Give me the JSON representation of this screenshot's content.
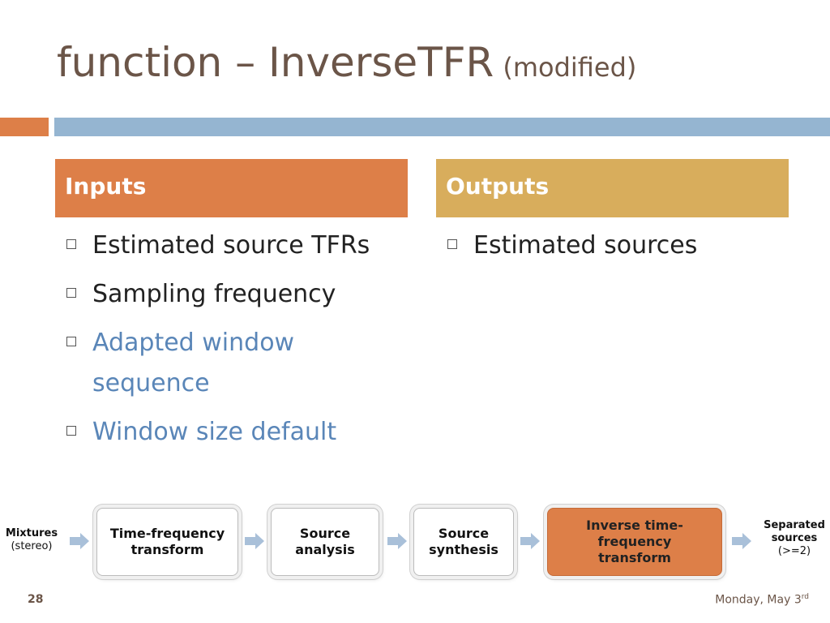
{
  "title": {
    "main": "function – InverseTFR",
    "sub": "(modified)"
  },
  "inputs": {
    "header": "Inputs",
    "items": [
      "Estimated source TFRs",
      "Sampling frequency",
      "Adapted window sequence",
      "Window size default"
    ]
  },
  "outputs": {
    "header": "Outputs",
    "items": [
      "Estimated sources"
    ]
  },
  "flow": {
    "start_label": "Mixtures",
    "start_sub": "(stereo)",
    "steps": [
      "Time-frequency transform",
      "Source analysis",
      "Source synthesis",
      "Inverse time-frequency transform"
    ],
    "end_label": "Separated sources",
    "end_sub": "(>=2)"
  },
  "footer": {
    "page_number": "28",
    "date": "Monday, May 3",
    "date_suffix": "rd"
  },
  "colors": {
    "accent_orange": "#dd7f48",
    "accent_gold": "#d8ad5c",
    "accent_blue": "#95b5d1",
    "title_brown": "#6b5548",
    "highlight_blue": "#5a86b8"
  }
}
